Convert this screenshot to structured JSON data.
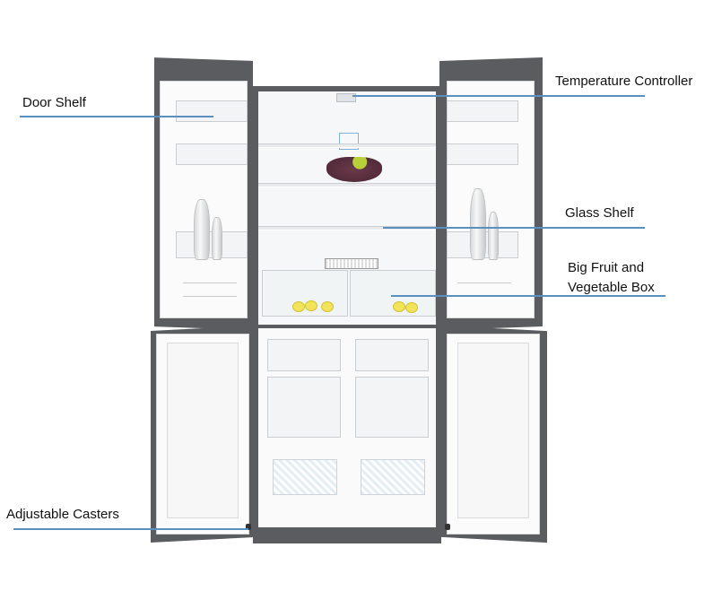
{
  "diagram": {
    "type": "labeled product diagram",
    "subject": "four-door refrigerator, doors open",
    "leader_color": "#5b8fbf",
    "labels": [
      {
        "id": "door_shelf",
        "text": "Door Shelf"
      },
      {
        "id": "temperature_controller",
        "text": "Temperature Controller"
      },
      {
        "id": "glass_shelf",
        "text": "Glass Shelf"
      },
      {
        "id": "fruit_box_line1",
        "text": "Big Fruit and"
      },
      {
        "id": "fruit_box_line2",
        "text": "Vegetable Box"
      },
      {
        "id": "adjustable_casters",
        "text": "Adjustable Casters"
      }
    ]
  }
}
